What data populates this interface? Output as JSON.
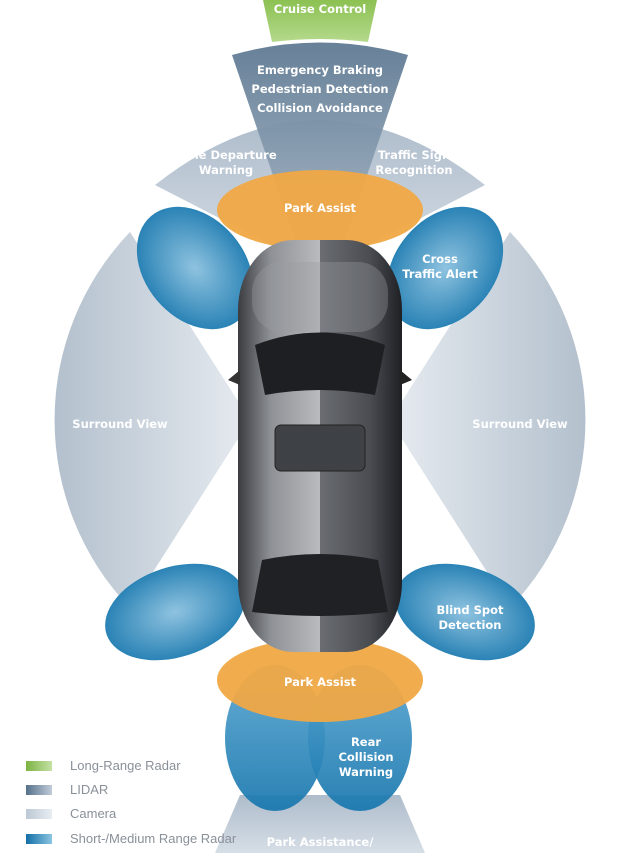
{
  "labels": {
    "cruise": "Cruise Control",
    "lidar": [
      "Emergency Braking",
      "Pedestrian Detection",
      "Collision Avoidance"
    ],
    "lane": [
      "Lane Departure",
      "Warning"
    ],
    "sign": [
      "Traffic Sign",
      "Recognition"
    ],
    "park_front": "Park Assist",
    "cross": [
      "Cross",
      "Traffic Alert"
    ],
    "surround_left": "Surround View",
    "surround_right": "Surround View",
    "blind": [
      "Blind Spot",
      "Detection"
    ],
    "park_rear": "Park Assist",
    "rear_collision": [
      "Rear",
      "Collision",
      "Warning"
    ],
    "park_assistance": "Park Assistance/"
  },
  "legend": [
    {
      "label": "Long-Range Radar",
      "color": "#8cc152"
    },
    {
      "label": "LIDAR",
      "color": "#5a7690"
    },
    {
      "label": "Camera",
      "color": "#c3cdd8"
    },
    {
      "label": "Short-/Medium Range Radar",
      "color": "#1a7bb0"
    }
  ],
  "colors": {
    "green": "#93c660",
    "lidar": "#6e879e",
    "camera": "#bcc8d4",
    "radar": "#1f82b8",
    "park": "#f0a845"
  }
}
